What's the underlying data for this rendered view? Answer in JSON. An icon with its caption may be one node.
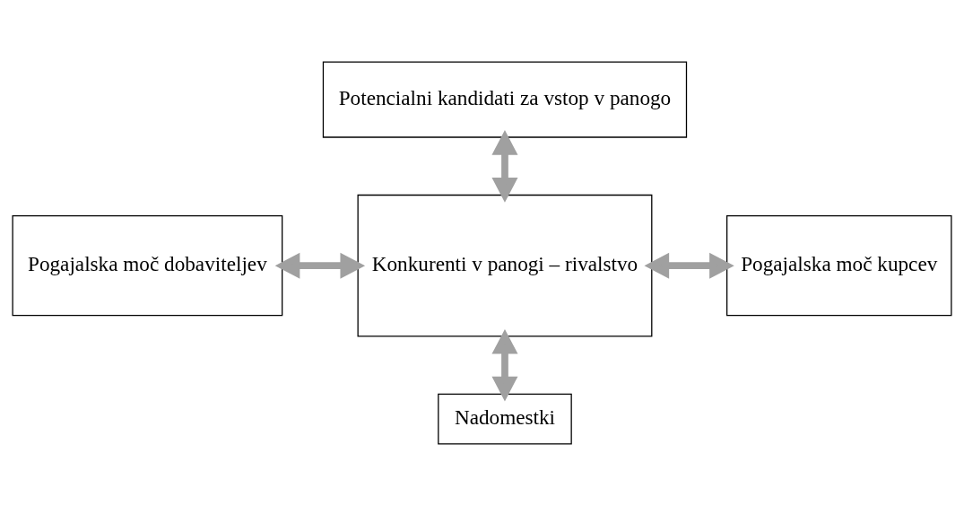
{
  "diagram": {
    "nodes": [
      {
        "text": [
          "Potencialni kandidati za vstop v panogo"
        ]
      },
      {
        "text": [
          "Pogajalska moč dobaviteljev"
        ]
      },
      {
        "text": [
          "Konkurenti v panogi – rivalstvo"
        ]
      },
      {
        "text": [
          "Pogajalska moč kupcev"
        ]
      },
      {
        "text": [
          "Nadomestki"
        ]
      }
    ],
    "edges": [
      {
        "from": 0,
        "to": 2,
        "arrow": "both"
      },
      {
        "from": 1,
        "to": 2,
        "arrow": "both"
      },
      {
        "from": 2,
        "to": 3,
        "arrow": "both"
      },
      {
        "from": 2,
        "to": 4,
        "arrow": "both"
      }
    ]
  }
}
